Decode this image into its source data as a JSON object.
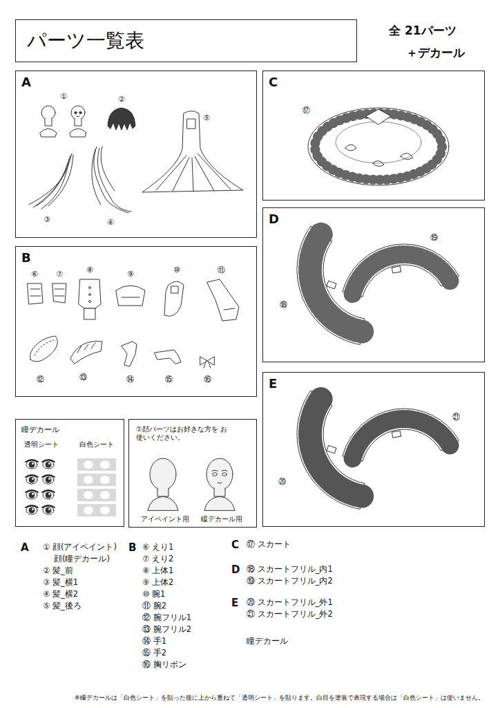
{
  "diagram": {
    "title": "パーツ一覧表",
    "nodes": [
      {
        "text": [
          "A"
        ]
      },
      {
        "text": [
          "B"
        ]
      },
      {
        "text": [
          "C"
        ]
      },
      {
        "text": [
          "D"
        ]
      },
      {
        "text": [
          "E"
        ]
      },
      {
        "text": [
          "瞳デカール",
          "透明シート",
          "白色シート"
        ]
      },
      {
        "text": [
          "①顔パーツはお好きな方を お使いください。",
          "アイペイント用",
          "瞳デカール用"
        ]
      }
    ],
    "labels": [
      "全 21パーツ",
      "＋デカール",
      "①",
      "②",
      "③",
      "④",
      "⑤",
      "⑥",
      "⑦",
      "⑧",
      "⑨",
      "⑩",
      "⑪",
      "⑫",
      "⑬",
      "⑭",
      "⑮",
      "⑯",
      "⑰",
      "⑲",
      "⑱",
      "㉑",
      "⑳",
      "A",
      "① 顔(アイペイント)",
      "顔(瞳デカール)",
      "② 髪_前",
      "③ 髪_横1",
      "④ 髪_横2",
      "⑤ 髪_後ろ",
      "B",
      "⑥ えり1",
      "⑦ えり2",
      "⑧ 上体1",
      "⑨ 上体2",
      "⑩ 腕1",
      "⑪ 腕2",
      "⑫ 腕フリル1",
      "⑬ 腕フリル2",
      "⑭ 手1",
      "⑮ 手2",
      "⑯ 胸リボン",
      "C",
      "⑰ スカート",
      "D",
      "⑱ スカートフリル_内1",
      "⑲ スカートフリル_内2",
      "E",
      "⑳ スカートフリル_外1",
      "㉑ スカートフリル_外2",
      "瞳デカール",
      "※瞳デカールは「白色シート」を貼った後に上から重ねて「透明シート」を貼ります。白目を塗装で表現する場合は「白色シート」は使いません。"
    ]
  }
}
